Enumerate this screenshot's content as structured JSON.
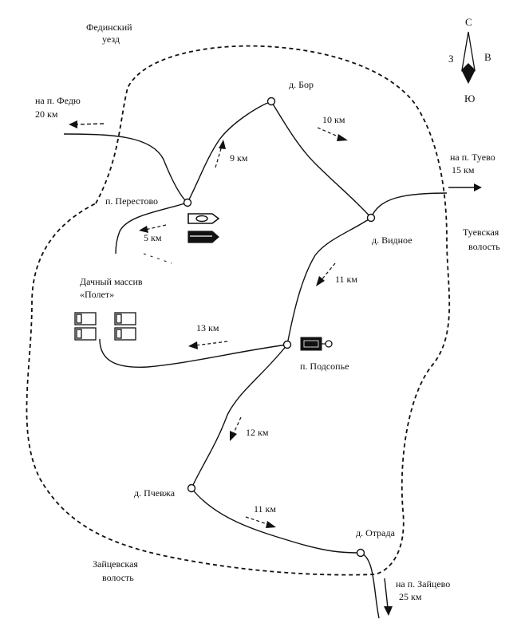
{
  "compass": {
    "north": "С",
    "south": "Ю",
    "west": "З",
    "east": "В"
  },
  "regions": {
    "fedinsky_1": "Фединский",
    "fedinsky_2": "уезд",
    "tuevo_1": "Туевская",
    "tuevo_2": "волость",
    "zaitsevo_1": "Зайцевская",
    "zaitsevo_2": "волость"
  },
  "settlements": {
    "bor": "д. Бор",
    "perestovo": "п. Перестово",
    "vidnoe": "д. Видное",
    "podsopye": "п. Подсопье",
    "pchevzha": "д. Пчевжа",
    "otrada": "д. Отрада"
  },
  "dacha": {
    "line1": "Дачный массив",
    "line2": "«Полет»"
  },
  "exits": {
    "fedyu_1": "на п. Федю",
    "fedyu_2": "20 км",
    "tuevo_1": "на п. Туево",
    "tuevo_2": "15 км",
    "zaitsevo_1": "на п. Зайцево",
    "zaitsevo_2": "25 км"
  },
  "distances": {
    "perestovo_bor": "9 км",
    "bor_vidnoe": "10 км",
    "perestovo_south": "5 км",
    "vidnoe_podsopye": "11 км",
    "podsopye_dacha": "13 км",
    "podsopye_pchevzha": "12 км",
    "pchevzha_otrada": "11 км"
  },
  "colors": {
    "ink": "#111111",
    "background": "#ffffff"
  }
}
